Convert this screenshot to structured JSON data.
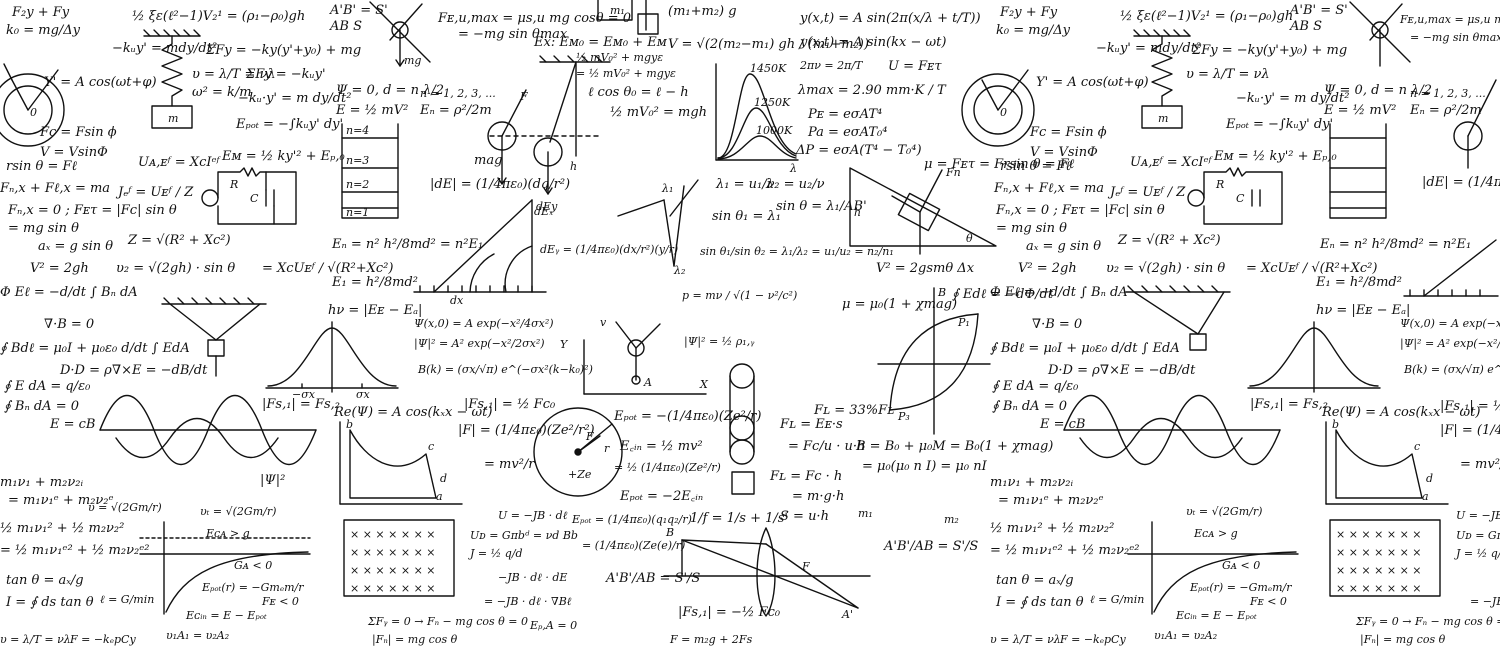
{
  "formulas": {
    "f01": "F₂y + Fy",
    "f02": "k₀ = mg/Δy",
    "f03": "½ ξε(ℓ²−1)V₂¹ = (ρ₁−ρ₀)gh",
    "f04": "A'B' = S'",
    "f05": "AB   S",
    "f06": "Fᴇ,u,max = μs,u mg cosθ = 0",
    "f07": "= −mg sin θmax",
    "f08": "m₁",
    "f09": "(m₁+m₂) g",
    "f10": "V = √(2(m₂−m₁) gh / (m₁+m₂))",
    "f11": "y(x,t) = A sin(2π(x/λ + t/T))",
    "f12": "y(x,t) = A sin(kx − ωt)",
    "f13": "2πν = 2π/T",
    "f14": "U = Fᴇτ",
    "f15": "−kᵤy' = mdy/dt²",
    "f16": "ΣFy = −ky(y'+y₀) + mg",
    "f17": "Ex: Eᴍ₀ = Eᴍ₀ + Eᴍ",
    "f18": "½ mV₀² + mgyε",
    "f19": "= ½ mV₀² + mgyε",
    "f20": "Y' = A cos(ωt+φ)",
    "f21": "υ = λ/T = νλ",
    "f22": "ΣFy = −kᵤy'",
    "f23": "ω² = k/m",
    "f24": "−kᵤ·y' = m dy/dt²",
    "f25": "Ψ = 0, d = n λ/2",
    "f26": "n = 1, 2, 3, ...",
    "f27": "E = ½ mV²",
    "f28": "Eₙ = ρ²/2m",
    "f29": "ℓ cos θ₀ = ℓ − h",
    "f30": "½ mV₀² = mgh",
    "f31": "λmax = 2.90 mm·K / T",
    "f32": "Pᴇ = eσAT⁴",
    "f33": "Pa = eσAT₀⁴",
    "f34": "ΔP = eσA(T⁴ − T₀⁴)",
    "f35": "Fc = Fsin ϕ",
    "f36": "Eₚₒₜ = −∫kᵤy' dy'",
    "f37": "V = VsinΦ",
    "f38": "mag",
    "f39": "Eᴍ = ½ ky'² + Eₚ,₀",
    "f40": "rsin θ = Fℓ",
    "f41": "Uᴀ,ᴇᶠ = XcIᵉᶠ",
    "f42": "Fₙ,x + Fℓ,x = ma",
    "f43": "Jₑᶠ = Uᴇᶠ / Z",
    "f44": "|dE| = (1/4πε₀)(dq/r²)",
    "f45": "λ₁ = u₁/ν",
    "f46": "λ₂ = u₂/ν",
    "f47": "sin θ₁ = λ₁",
    "f48": "sin θ = λ₁/AB'",
    "f49": "μ = Fᴇτ = Frsin θ = Fℓ",
    "f50": "Fₙ,x = 0 ; Fᴇτ = |Fc| sin θ",
    "f51": "= mg sin θ",
    "f52": "aₓ = g sin θ",
    "f53": "Z = √(R² + Xc²)",
    "f54": "dEᵧ = (1/4πε₀)(dx/r²)(y/r)",
    "f55": "sin θ₁/sin θ₂ = λ₁/λ₂ = u₁/u₂ = n₂/n₁",
    "f56": "Eₙ = n² h²/8md² = n²E₁",
    "f57": "V² = 2gh",
    "f58": "υ₂ = √(2gh) · sin θ",
    "f59": "= XcUᴇᶠ / √(R²+Xc²)",
    "f60": "E₁ = h²/8md²",
    "f61": "Φ Eℓ = −d/dt ∫ Bₙ dA",
    "f62": "V² = 2gsmθ Δx",
    "f63": "hν = |Eᴇ − Eₐ|",
    "f64": "∮ Edℓ = −dΦ/dt",
    "f65": "μ = μ₀(1 + χmag)",
    "f66": "∇·B = 0",
    "f67": "∮ Bdℓ = μ₀I + μ₀ε₀ d/dt ∫ EdA",
    "f68": "Ψ(x,0) = A exp(−x²/4σx²)",
    "f69": "|Ψ|² = A² exp(−x²/2σx²)",
    "f70": "p = mν / √(1 − ν²/c²)",
    "f71": "|Ψ|² = ½ ρ₁,ᵧ",
    "f72": "D·D = ρ",
    "f73": "∇×E = −dB/dt",
    "f74": "∮ E dA = q/ε₀",
    "f75": "∮ Bₙ dA = 0",
    "f76": "E = cB",
    "f77": "B(k) = (σx/√π) e^(−σx²(k−k₀)²)",
    "f78": "|Fs,₁| = Fs,₂",
    "f79": "|Fs,₁| = ½ Fc₀",
    "f80": "Re(Ψ) = A cos(kₓx − ωt)",
    "f81": "|F| = (1/4πε₀)(Ze²/r²)",
    "f82": "Eₚₒₜ = −(1/4πε₀)(Ze²/r)",
    "f83": "E꜀ᵢₙ = ½ mv²",
    "f84": "= ½ (1/4πε₀)(Ze²/r)",
    "f85": "Eₚₒₜ = −2E꜀ᵢₙ",
    "f86": "= mv²/r",
    "f87": "Fʟ = Eᴇ·s",
    "f88": "= Fc/u · u·h",
    "f89": "Fʟ = 33%Fʟ",
    "f90": "B = B₀ + μ₀M = B₀(1 + χmag)",
    "f91": "= μ₀(μ₀ n I) = μ₀ nI",
    "f92": "m₁ν₁ + m₂ν₂ᵢ",
    "f93": "= m₁ν₁ᵉ + m₂ν₂ᵉ",
    "f94": "½ m₁ν₁² + ½ m₂ν₂²",
    "f95": "= ½ m₁ν₁ᵉ² + ½ m₂ν₂ᵉ²",
    "f96": "Uᴅ = Gπbᵈ = νd Bb",
    "f97": "J = ½ q/d",
    "f98": "U = −JB · dℓ",
    "f99": "1/f = 1/s + 1/s'",
    "f100": "Eₚₒₜ = (1/4πε₀)(q₁q₂/r)",
    "f101": "= (1/4πε₀)(Ze(e)/r)",
    "f102": "A'B'/AB = S'/S",
    "f103": "|Fs,₁| = −½ Fc₀",
    "f104": "S = u·h",
    "f105": "Fʟ = Fc · h",
    "f106": "= m·g·h",
    "f107": "tan θ = aₓ/g",
    "f108": "I = ∮ ds tan θ",
    "f109": "ℓ = G/min",
    "f110": "Eₚₒₜ(r) = −Gmₑm/r",
    "f111": "Eᴄᵢₙ = E − Eₚₒₜ",
    "f112": "ΣFᵧ = 0 → Fₙ − mg cos θ = 0",
    "f113": "|Fₙ| = mg cos θ",
    "f114": "Eₚ,A = 0",
    "f115": "F = −kₑpCy",
    "f116": "υ₁A₁ = υ₂A₂",
    "f117": "F = m₂g + 2Fs",
    "f118": "υ = λ/T = νλ",
    "f119": "υ = √(2Gm/r)",
    "f120": "Eᴄᴀ > g",
    "f121": "υₜ = √(2Gm/r)",
    "f122": "Gᴀ < 0",
    "f123": "Fᴇ < 0",
    "f124": "= −JB · dℓ · ∇Bℓ",
    "f125": "dEₓ",
    "f126": "m₁",
    "f127": "m₂",
    "f128": "A'B'/AB = S'/S",
    "f129": "−JB · dℓ · dE",
    "f130": "|Ψ|²"
  }
}
